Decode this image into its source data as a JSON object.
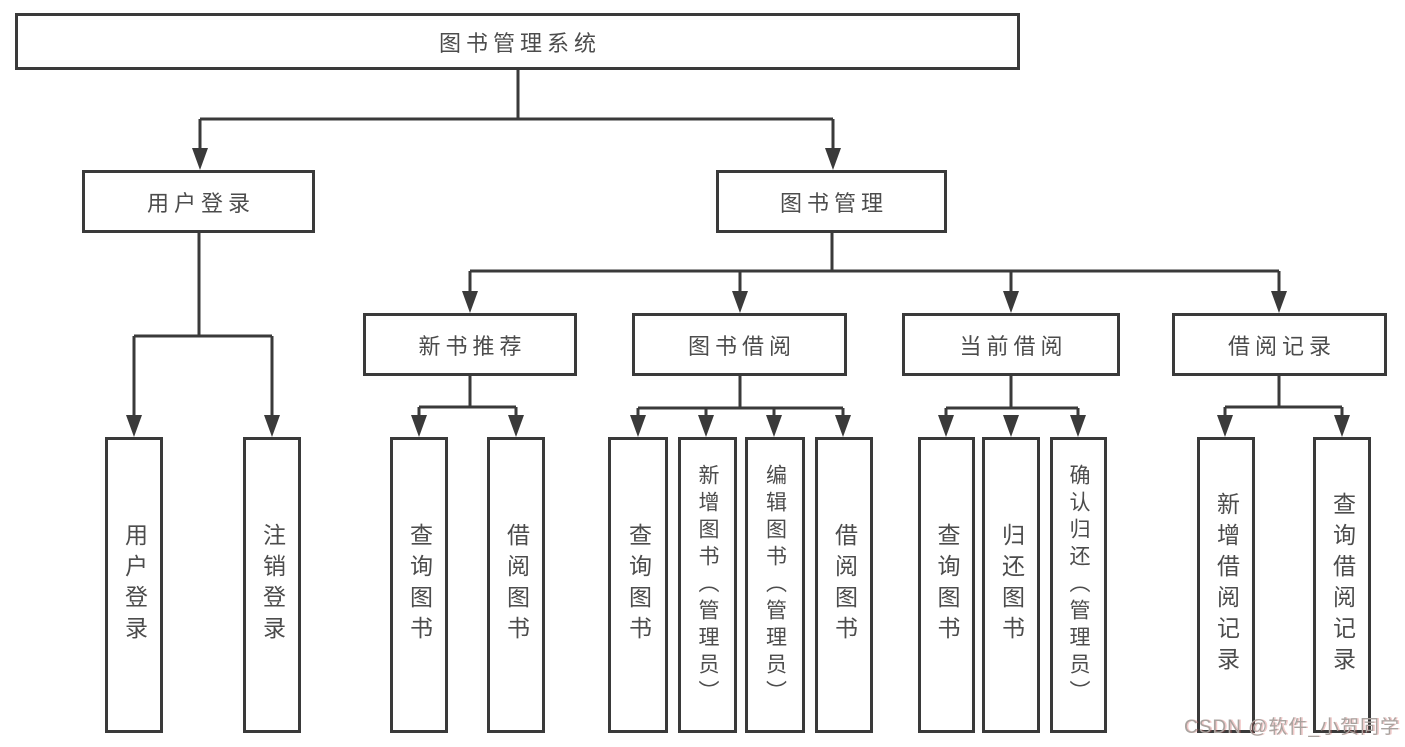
{
  "diagram": {
    "title": "图书管理系统",
    "root": {
      "label": "图书管理系统"
    },
    "level2": [
      {
        "label": "用户登录"
      },
      {
        "label": "图书管理"
      }
    ],
    "level3": [
      {
        "label": "新书推荐"
      },
      {
        "label": "图书借阅"
      },
      {
        "label": "当前借阅"
      },
      {
        "label": "借阅记录"
      }
    ],
    "leaves": [
      {
        "label": "用户登录",
        "parent": "用户登录"
      },
      {
        "label": "注销登录",
        "parent": "用户登录"
      },
      {
        "label": "查询图书",
        "parent": "新书推荐"
      },
      {
        "label": "借阅图书",
        "parent": "新书推荐"
      },
      {
        "label": "查询图书",
        "parent": "图书借阅"
      },
      {
        "label": "新增图书（管理员）",
        "parent": "图书借阅"
      },
      {
        "label": "编辑图书（管理员）",
        "parent": "图书借阅"
      },
      {
        "label": "借阅图书",
        "parent": "图书借阅"
      },
      {
        "label": "查询图书",
        "parent": "当前借阅"
      },
      {
        "label": "归还图书",
        "parent": "当前借阅"
      },
      {
        "label": "确认归还（管理员）",
        "parent": "当前借阅"
      },
      {
        "label": "新增借阅记录",
        "parent": "借阅记录"
      },
      {
        "label": "查询借阅记录",
        "parent": "借阅记录"
      }
    ]
  },
  "watermark": "CSDN @软件_小贺同学",
  "colors": {
    "line": "#3a3a3a",
    "text": "#4c4c4c",
    "watermark": "#a9a39f",
    "background": "#ffffff"
  }
}
